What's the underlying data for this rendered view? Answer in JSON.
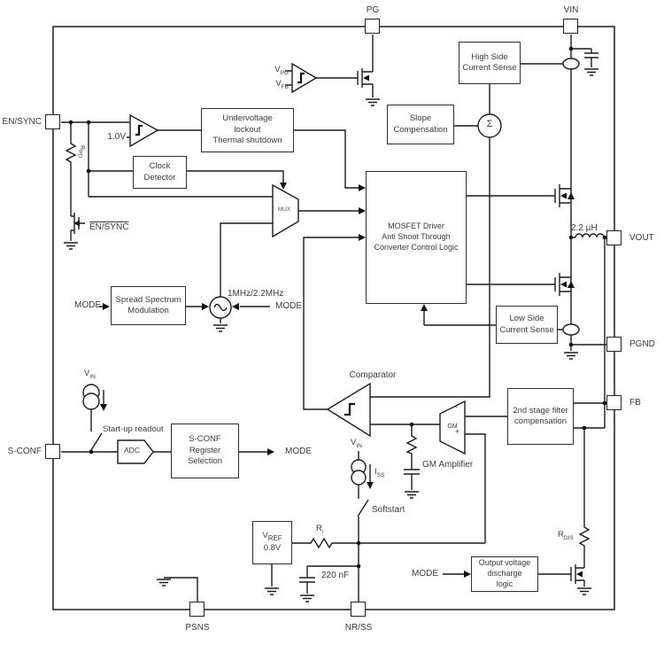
{
  "pins": {
    "pg": "PG",
    "vin": "VIN",
    "en_sync": "EN/SYNC",
    "s_conf": "S-CONF",
    "vout": "VOUT",
    "pgnd": "PGND",
    "fb": "FB",
    "psns": "PSNS",
    "nr_ss": "NR/SS"
  },
  "blocks": {
    "uvlo": {
      "lines": [
        "Undervoltage",
        "lockout",
        "Thermal shutdown"
      ]
    },
    "clock": {
      "lines": [
        "Clock",
        "Detector"
      ]
    },
    "hscs": {
      "lines": [
        "High Side",
        "Current Sense"
      ]
    },
    "slope": {
      "lines": [
        "Slope",
        "Compensation"
      ]
    },
    "driver": {
      "lines": [
        "MOSFET Driver",
        "Anti Shoot Through",
        "Converter Control Logic"
      ]
    },
    "ssm": {
      "lines": [
        "Spread Spectrum",
        "Modulation"
      ]
    },
    "lscs": {
      "lines": [
        "Low Side",
        "Current Sense"
      ]
    },
    "filter": {
      "lines": [
        "2nd stage filter",
        "compensation"
      ]
    },
    "sconf_reg": {
      "lines": [
        "S-CONF",
        "Register",
        "Selection"
      ]
    },
    "ovd": {
      "lines": [
        "Output voltage",
        "discharge",
        "logic"
      ]
    },
    "vref": {
      "base": "V",
      "sub": "REF",
      "voltage": "0.8V"
    }
  },
  "labels": {
    "comparator": "Comparator",
    "gm_amplifier": "GM Amplifier",
    "softstart": "Softstart",
    "startup_readout": "Start-up readout",
    "mode": "MODE",
    "one_volt": "1.0V",
    "freq": "1MHz/2.2MHz",
    "inductor": "2.2 µH",
    "cap": "220 nF",
    "en_sync_gate": "EN/SYNC",
    "mux": "MUX",
    "adc": "ADC",
    "gm": "GM",
    "sigma": "Σ",
    "plus": "+",
    "minus": "-",
    "vpg": {
      "b": "V",
      "s": "PG"
    },
    "vfb": {
      "b": "V",
      "s": "FB"
    },
    "vin1": {
      "b": "V",
      "s": "IN"
    },
    "vin2": {
      "b": "V",
      "s": "IN"
    },
    "iss": {
      "b": "I",
      "s": "SS"
    },
    "rpd": {
      "b": "R",
      "s": "PD"
    },
    "ri": {
      "b": "R",
      "s": "i"
    },
    "rdis": {
      "b": "R",
      "s": "DIS"
    }
  },
  "colors": {
    "wire": "#1c1c1c",
    "text": "#3a3a3a",
    "background": "#ffffff"
  }
}
